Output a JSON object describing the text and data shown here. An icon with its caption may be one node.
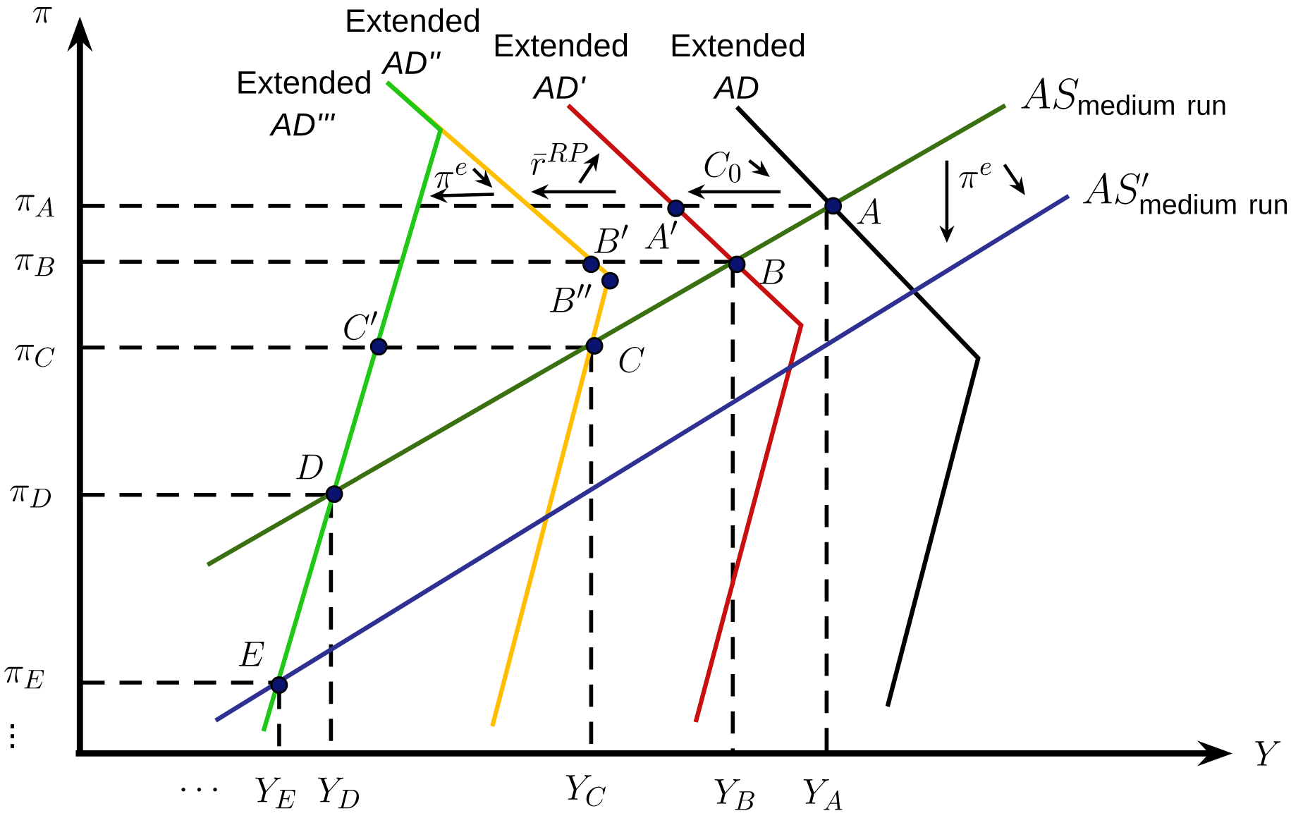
{
  "diagram": {
    "labels": [
      "\\pi",
      "Extended *AD''*",
      "Extended *AD'*",
      "Extended *AD*",
      "Extended *AD'''*",
      "AS_{\\mathrm{medium\\ run}}",
      "\\pi^{e}",
      "\\bar{r}^{RP}",
      "C_0",
      "\\pi^{e}",
      "AS'_{\\mathrm{medium\\ run}}",
      "\\pi_A",
      "A",
      "B'",
      "A'",
      "\\pi_B",
      "B",
      "B''",
      "C'",
      "\\pi_C",
      "C",
      "D",
      "\\pi_D",
      "E",
      "\\pi_E",
      "\\vdots",
      "Y",
      "\\cdots",
      "Y_E",
      "Y_D",
      "Y_C",
      "Y_B",
      "Y_A"
    ]
  }
}
